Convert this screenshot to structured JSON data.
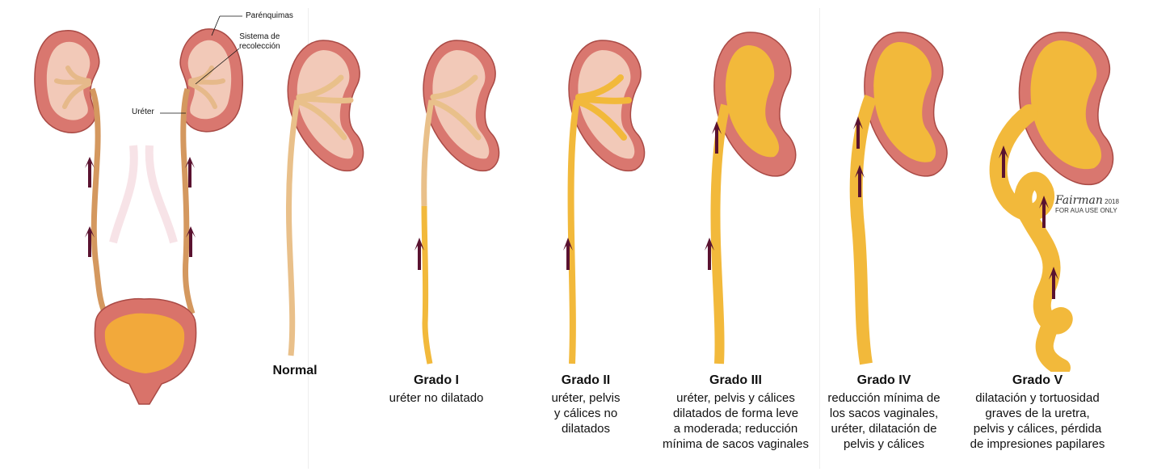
{
  "labels": {
    "parenchyma": "Parénquimas",
    "collecting_system": "Sistema de\nrecolección",
    "ureter": "Uréter"
  },
  "panels": [
    {
      "id": "normal",
      "title": "Normal",
      "desc": ""
    },
    {
      "id": "grade1",
      "title": "Grado I",
      "desc": "uréter no dilatado"
    },
    {
      "id": "grade2",
      "title": "Grado II",
      "desc": "uréter, pelvis\ny  cálices no\ndilatados"
    },
    {
      "id": "grade3",
      "title": "Grado III",
      "desc": "uréter, pelvis y cálices\ndilatados de forma leve\na moderada; reducción\nmínima de sacos vaginales"
    },
    {
      "id": "grade4",
      "title": "Grado IV",
      "desc": "reducción mínima de\nlos sacos vaginales,\nuréter, dilatación de\npelvis y cálices"
    },
    {
      "id": "grade5",
      "title": "Grado V",
      "desc": "dilatación y tortuosidad\ngraves de la uretra,\npelvis y cálices, pérdida\nde impresiones papilares"
    }
  ],
  "signature": {
    "name": "Fairman",
    "year": "2018",
    "note": "FOR AUA USE ONLY"
  },
  "colors": {
    "kidney_outer": "#d9776f",
    "kidney_inner": "#f2c9b8",
    "normal_system": "#e9c08a",
    "urine": "#f2b93b",
    "arrow": "#5a1230",
    "bladder_wall": "#d9736a"
  }
}
